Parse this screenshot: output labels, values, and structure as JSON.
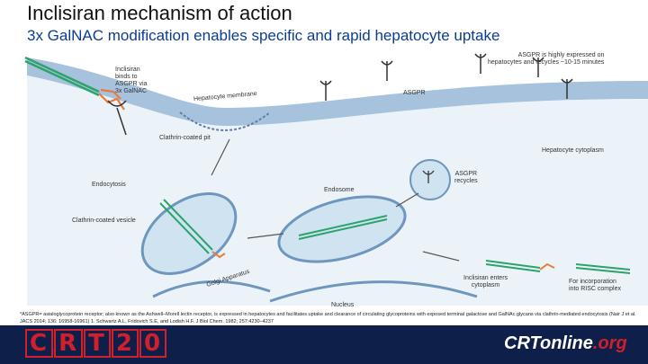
{
  "title": "Inclisiran mechanism of action",
  "subtitle": "3x GalNAC modification enables specific and rapid hepatocyte uptake",
  "labels": {
    "inclisiran_binds_1": "Inclisiran",
    "inclisiran_binds_2": "binds to",
    "inclisiran_binds_3": "ASGPR via",
    "inclisiran_binds_4": "3x GalNAC",
    "hepatocyte_membrane": "Hepatocyte membrane",
    "asgpr": "ASGPR",
    "asgpr_expression_1": "ASGPR is highly expressed on",
    "asgpr_expression_2": "hepatocytes and recycles ~10-15 minutes",
    "clathrin_pit": "Clathrin-coated pit",
    "hepatocyte_cytoplasm": "Hepatocyte cytoplasm",
    "endocytosis": "Endocytosis",
    "endosome": "Endosome",
    "asgpr_recycles_1": "ASGPR",
    "asgpr_recycles_2": "recycles",
    "clathrin_vesicle": "Clathrin-coated vesicle",
    "golgi": "Golgi Apparatus",
    "inclisiran_enters_1": "Inclisiran enters",
    "inclisiran_enters_2": "cytoplasm",
    "risc_1": "For incorporation",
    "risc_2": "into RISC complex",
    "nucleus": "Nucleus"
  },
  "footnote": "*ASGPR= asialoglycoprotein receptor; also known as the Ashwell–Morell lectin receptor, is expressed in hepatocytes and facilitates uptake and clearance of circulating glycoproteins with exposed terminal galactose and GalNAc glycans via clathrin-mediated endocytosis (Nair J et al. JACS 2014; 136: 16958-16961) 1. Schwartz A.L, Fridovich S.E, and Lodish H.F. J Biol Chem. 1982; 257:4230–4237",
  "footer": {
    "logo_text": [
      "C",
      "R",
      "T",
      "2",
      "0"
    ],
    "site_main": "CRTonline",
    "site_tld": ".org"
  },
  "colors": {
    "membrane": "#8aaed0",
    "cytoplasm": "#dce9f3",
    "endosome_fill": "#cfe3f1",
    "endosome_ring": "#6f96bf",
    "sirna_green": "#2ba36b",
    "galnac_orange": "#e87c3a",
    "receptor": "#333333",
    "footer_bg": "#0e1f4a",
    "brand_red": "#d21f2b"
  }
}
